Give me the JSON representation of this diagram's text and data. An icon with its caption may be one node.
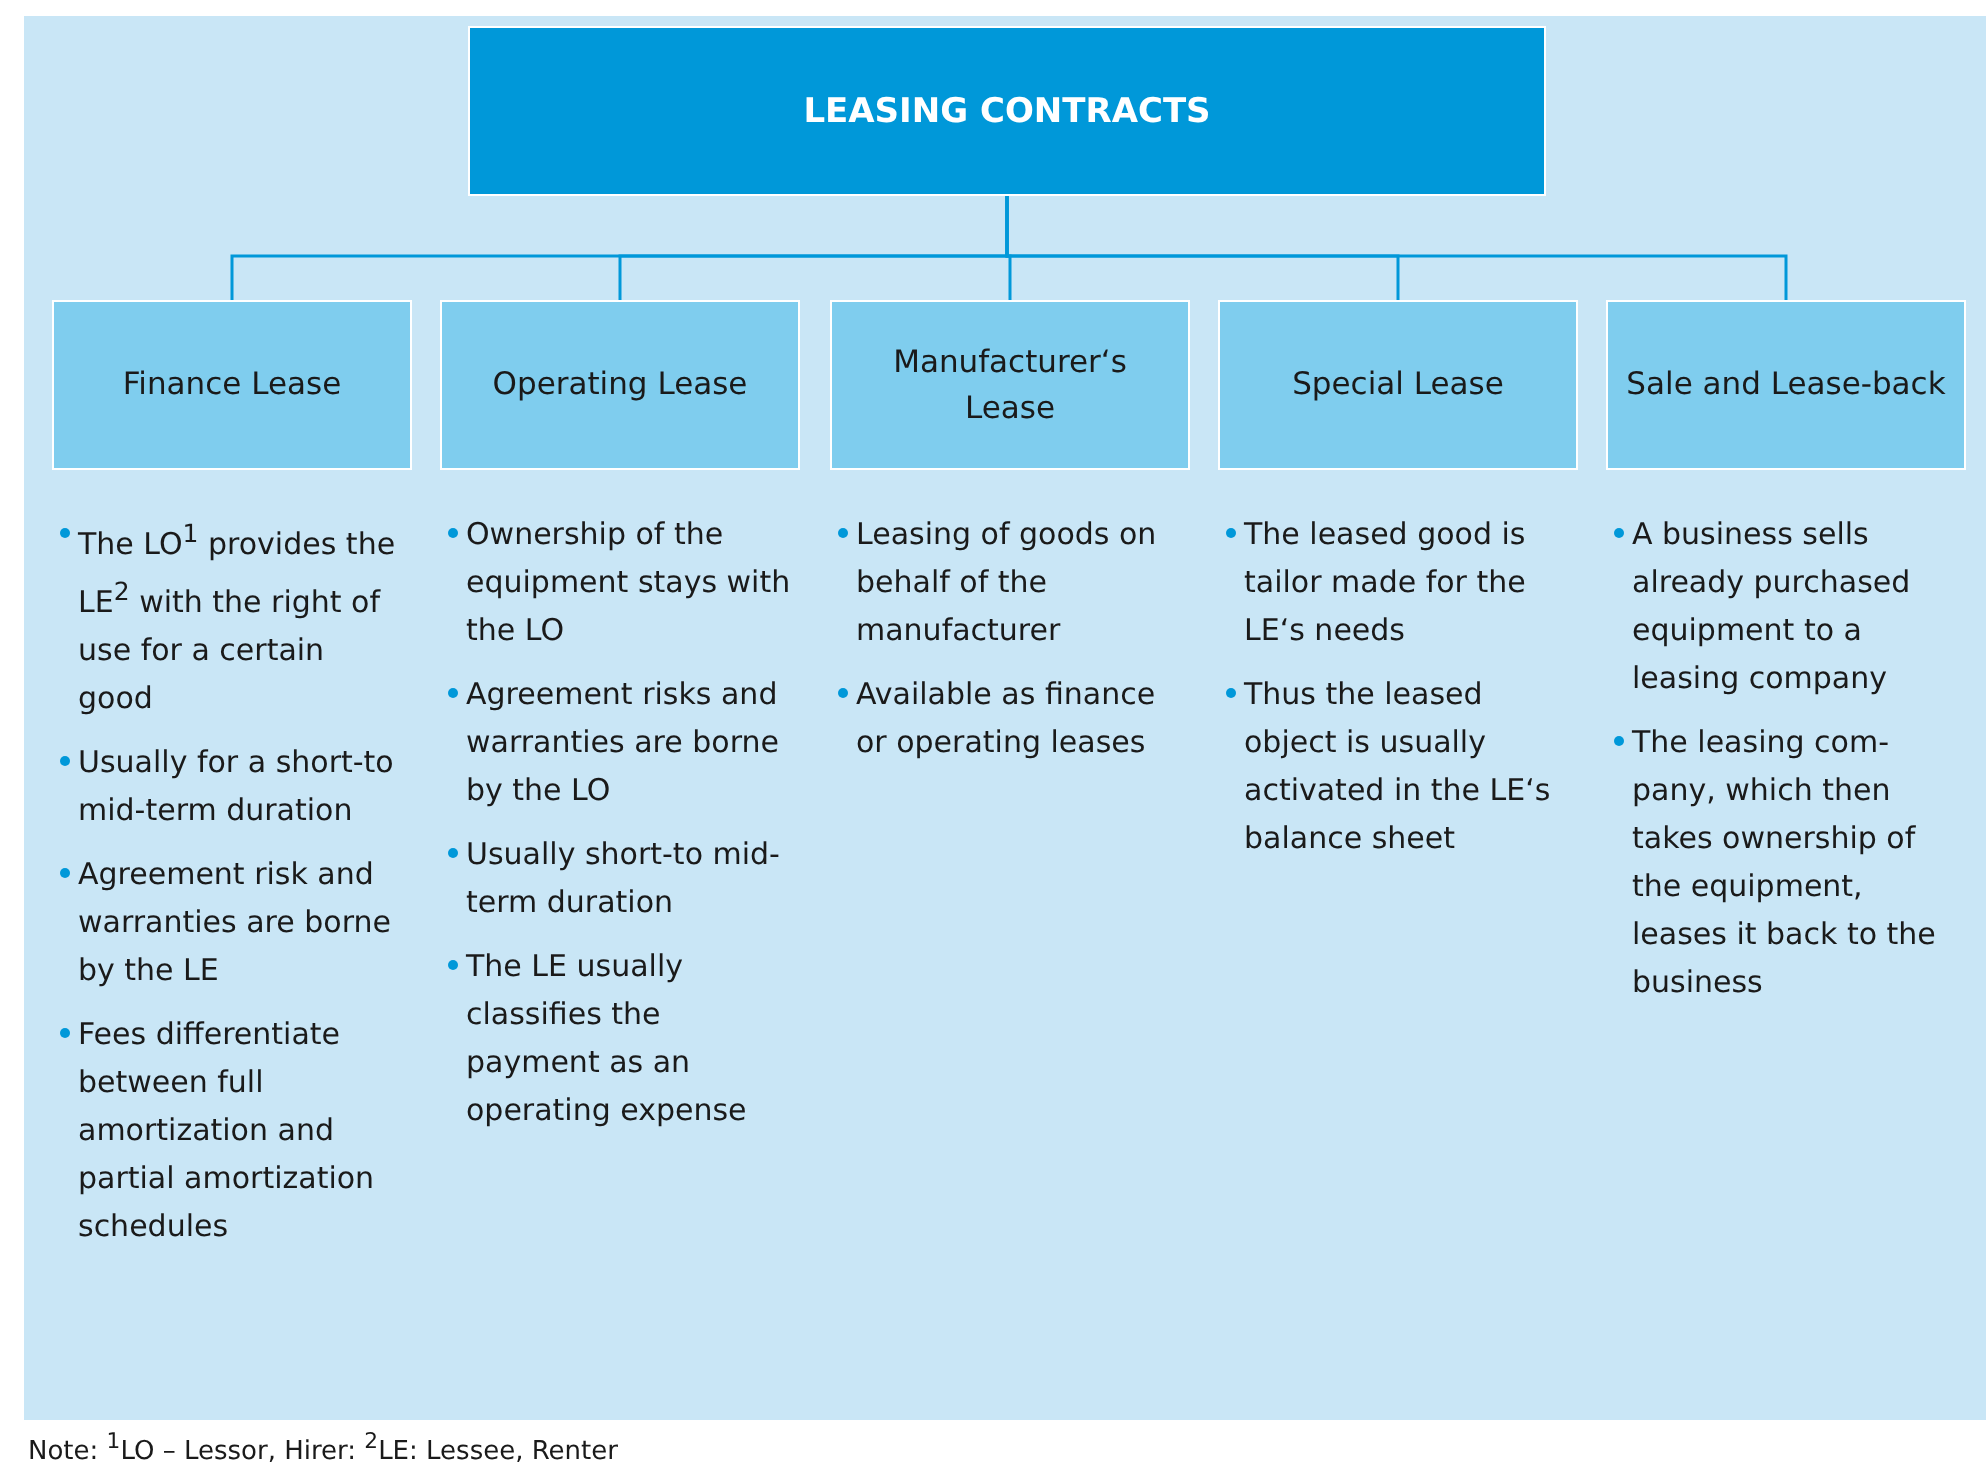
{
  "diagram": {
    "nodes": [
      {
        "text": [
          "LEASING CONTRACTS"
        ]
      },
      {
        "text": [
          "Finance Lease"
        ],
        "beside": [
          "The LO$^{1}$ provides the LE$^{2}$ with the right of use for a certain good",
          "Usually for a short-to mid-term duration",
          "Agreement risk and warranties are borne by the LE",
          "Fees differentiate between full amortization and partial amortization schedules"
        ]
      },
      {
        "text": [
          "Operating Lease"
        ],
        "beside": [
          "Ownership of the equipment stays with the LO",
          "Agreement risks and warranties are borne by the LO",
          "Usually short-to mid-term duration",
          "The LE usually classifies the payment as an operating expense"
        ]
      },
      {
        "text": [
          "Manufacturer‘s Lease"
        ],
        "beside": [
          "Leasing of goods on behalf of the manufacturer",
          "Available as finance or operating leases"
        ]
      },
      {
        "text": [
          "Special Lease"
        ],
        "beside": [
          "The leased good is tailor made for the LE‘s needs",
          "Thus the leased object is usually activated in the LE‘s balance sheet"
        ]
      },
      {
        "text": [
          "Sale and Lease-back"
        ],
        "beside": [
          "A business sells already purchased equipment to a leasing company",
          "The leasing com-pany, which then takes ownership of the equipment, leases it back to the business"
        ]
      }
    ],
    "edges": [
      {
        "from": 0,
        "to": 1,
        "arrow": "none"
      },
      {
        "from": 0,
        "to": 2,
        "arrow": "none"
      },
      {
        "from": 0,
        "to": 3,
        "arrow": "none"
      },
      {
        "from": 0,
        "to": 4,
        "arrow": "none"
      },
      {
        "from": 0,
        "to": 5,
        "arrow": "none"
      }
    ],
    "labels": [
      "Note: $^{1}$LO – Lessor, Hirer: $^{2}$LE: Lessee, Renter"
    ]
  }
}
